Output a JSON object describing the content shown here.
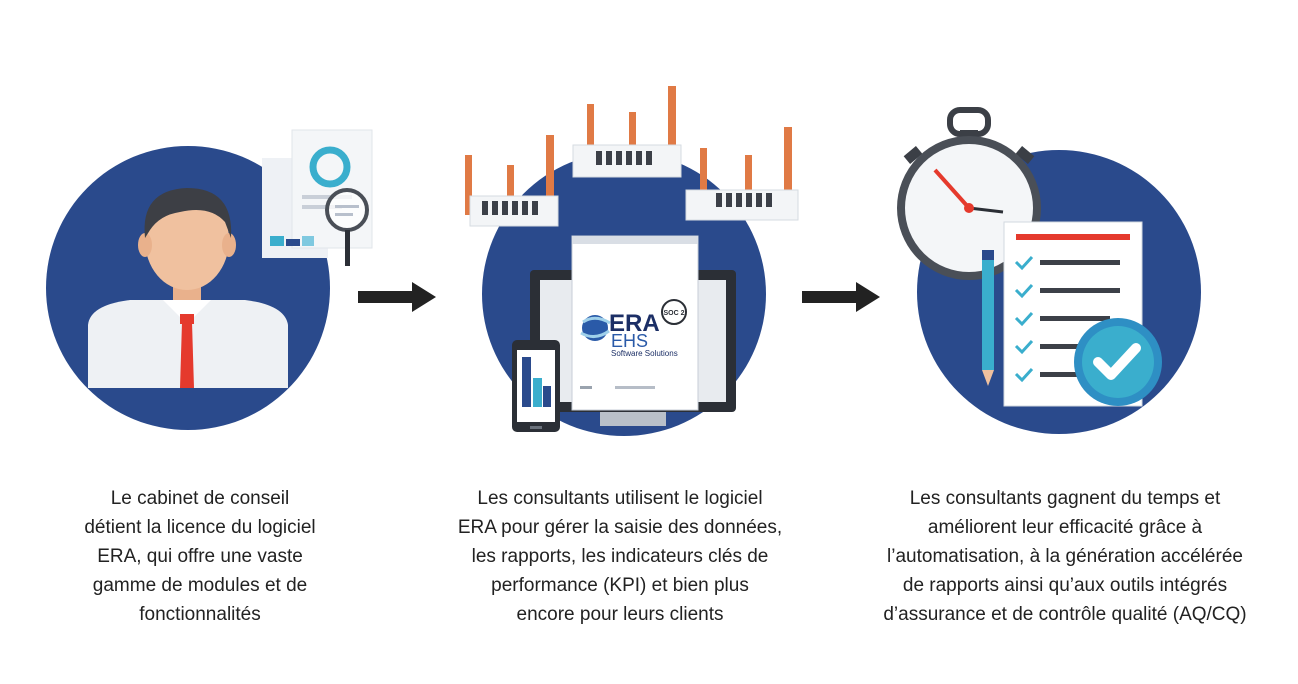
{
  "colors": {
    "circle": "#2a4a8c",
    "arrow": "#222222",
    "chimney": "#e07a45",
    "accent_teal": "#3aaecd",
    "red": "#e53a2d"
  },
  "logo": {
    "brand_line1": "ERA",
    "brand_line2": "EHS",
    "tagline": "Software Solutions",
    "badge": "SOC 2"
  },
  "steps": [
    {
      "icon": "consultant-with-report",
      "lines": [
        "Le cabinet de conseil",
        "détient la licence du logiciel",
        "ERA, qui offre une vaste",
        "gamme de modules et de",
        "fonctionnalités"
      ]
    },
    {
      "icon": "factories-and-software",
      "lines": [
        "Les consultants utilisent le logiciel",
        "ERA pour gérer la saisie des données,",
        "les rapports, les indicateurs clés de",
        "performance (KPI) et bien plus",
        "encore pour leurs clients"
      ]
    },
    {
      "icon": "stopwatch-and-checklist",
      "lines": [
        "Les consultants gagnent du temps et",
        "améliorent leur efficacité grâce à",
        "l’automatisation, à la génération accélérée",
        "de rapports ainsi qu’aux outils intégrés",
        "d’assurance et de contrôle qualité (AQ/CQ)"
      ]
    }
  ]
}
